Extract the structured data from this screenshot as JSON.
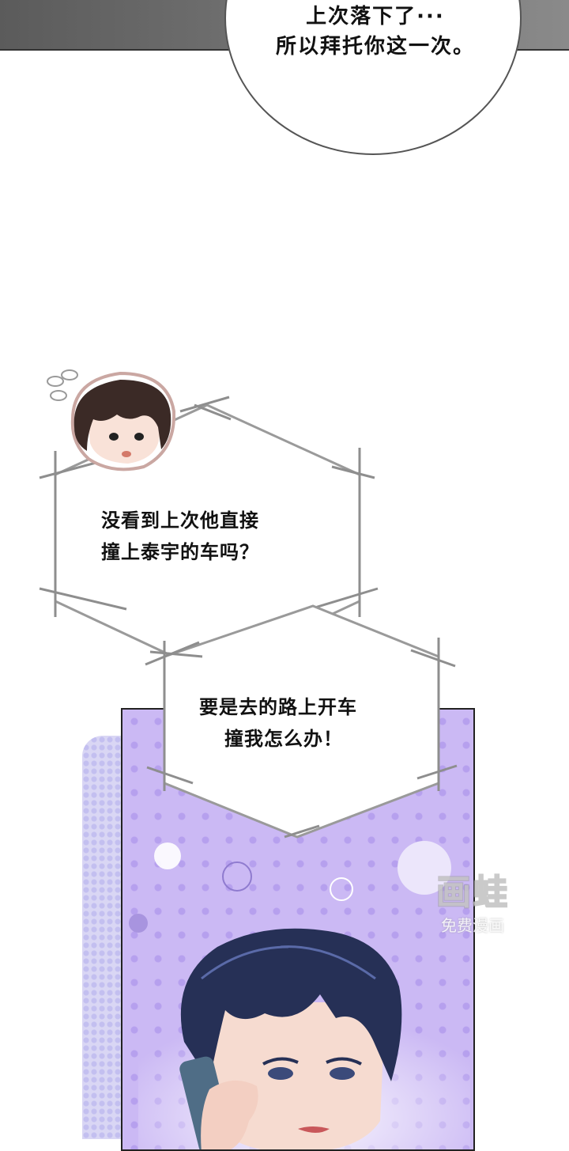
{
  "bubble_top": {
    "line1": "上次落下了···",
    "line2": "所以拜托你这一次。"
  },
  "bubble_hex1": {
    "line1": "没看到上次他直接",
    "line2": "撞上泰宇的车吗？"
  },
  "bubble_hex2": {
    "line1": "要是去的路上开车",
    "line2": "撞我怎么办！"
  },
  "watermark": {
    "logo": "画蛙",
    "subtitle": "免费漫画"
  },
  "colors": {
    "panel_purple": "#cbb9f4",
    "hair_dark": "#3b2a26",
    "hair_navy": "#263056"
  }
}
